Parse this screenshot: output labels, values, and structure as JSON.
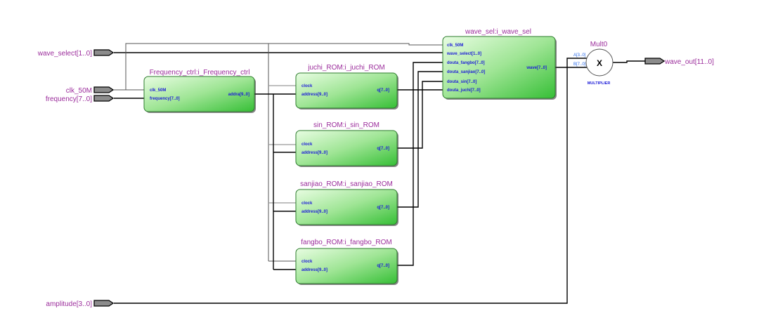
{
  "inputs": [
    {
      "name": "wave_select",
      "label": "wave_select[1..0]"
    },
    {
      "name": "clk_50M",
      "label": "clk_50M"
    },
    {
      "name": "frequency",
      "label": "frequency[7..0]"
    },
    {
      "name": "amplitude",
      "label": "amplitude[3..0]"
    }
  ],
  "outputs": [
    {
      "name": "wave_out",
      "label": "wave_out[11..0]"
    }
  ],
  "instances": {
    "freq": {
      "title": "Frequency_ctrl:i_Frequency_ctrl",
      "in_ports": [
        "clk_50M",
        "frequency[7..0]"
      ],
      "out_ports": [
        "addra[9..0]"
      ]
    },
    "juchi": {
      "title": "juchi_ROM:i_juchi_ROM",
      "in_ports": [
        "clock",
        "address[9..0]"
      ],
      "out_ports": [
        "q[7..0]"
      ]
    },
    "sin": {
      "title": "sin_ROM:i_sin_ROM",
      "in_ports": [
        "clock",
        "address[9..0]"
      ],
      "out_ports": [
        "q[7..0]"
      ]
    },
    "sanjiao": {
      "title": "sanjiao_ROM:i_sanjiao_ROM",
      "in_ports": [
        "clock",
        "address[9..0]"
      ],
      "out_ports": [
        "q[7..0]"
      ]
    },
    "fangbo": {
      "title": "fangbo_ROM:i_fangbo_ROM",
      "in_ports": [
        "clock",
        "address[9..0]"
      ],
      "out_ports": [
        "q[7..0]"
      ]
    },
    "wavesel": {
      "title": "wave_sel:i_wave_sel",
      "in_ports": [
        "clk_50M",
        "wave_select[1..0]",
        "douta_fangbo[7..0]",
        "douta_sanjiao[7..0]",
        "douta_sin[7..0]",
        "douta_juchi[7..0]"
      ],
      "out_ports": [
        "wave[7..0]"
      ]
    }
  },
  "multiplier": {
    "title": "Mult0",
    "port_a": "A[3..0]",
    "port_b": "B[7..0]",
    "symbol": "X",
    "caption": "MULTIPLIER"
  },
  "colors": {
    "block_light": "#e6fce0",
    "block_dark": "#3cc23c",
    "label": "#9b2c9b",
    "port": "#1c1cd8",
    "pin_fill": "#8c8c8c"
  }
}
